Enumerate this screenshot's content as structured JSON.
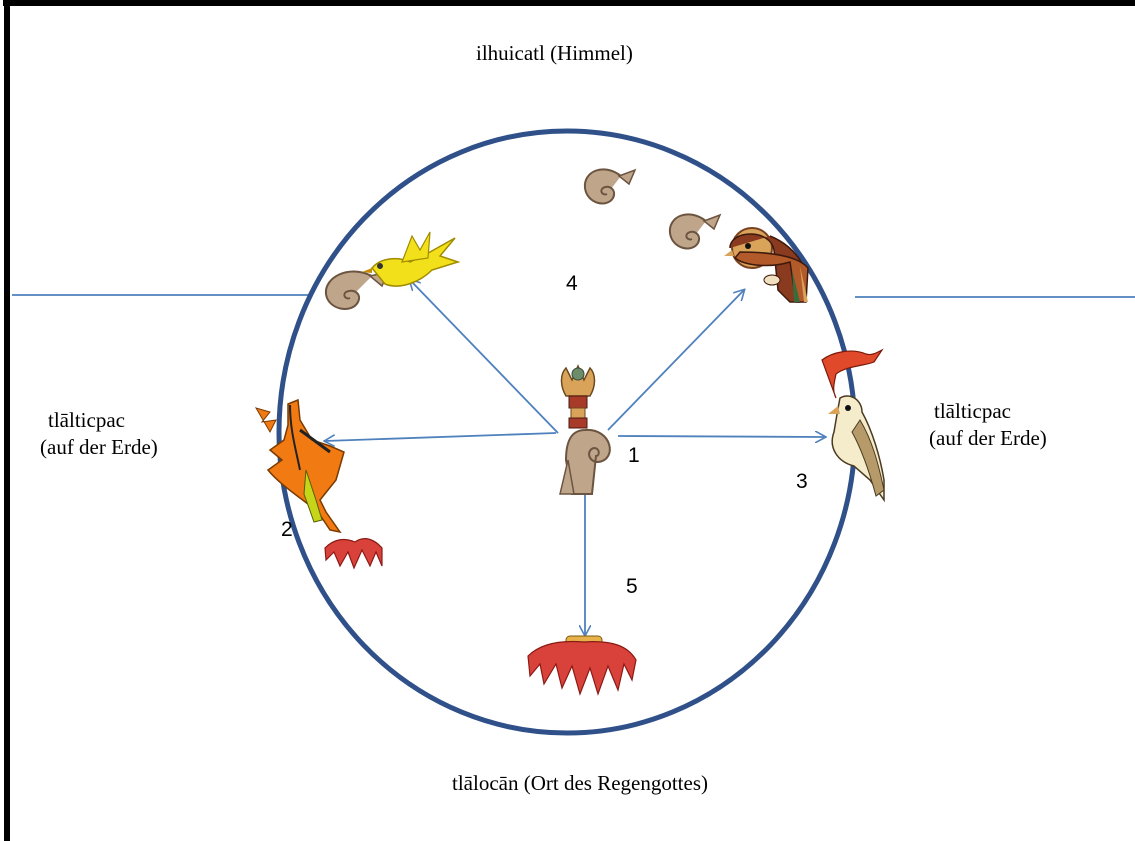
{
  "labels": {
    "top": "ilhuicatl (Himmel)",
    "bottom": "tlālocān (Ort des Regengottes)",
    "left_line1": "tlālticpac",
    "left_line2": "(auf der Erde)",
    "right_line1": "tlālticpac",
    "right_line2": "(auf der Erde)"
  },
  "numbers": {
    "n1": "1",
    "n2": "2",
    "n3": "3",
    "n4": "4",
    "n5": "5"
  },
  "colors": {
    "circle": "#2f5089",
    "arrow": "#4f81bd",
    "frame": "#000000",
    "bird_yellow": "#f2e11a",
    "bird_orange": "#f27a12",
    "bird_cream": "#f4eccb",
    "quetzal": "#8a3a1e",
    "coral_red": "#d9423a",
    "speech_scroll": "#bfa58a"
  },
  "icons": [
    "speech-scroll-icon",
    "yellow-bird-icon",
    "quetzal-bird-icon",
    "orange-bird-icon",
    "cream-bird-icon",
    "world-tree-icon",
    "red-coral-icon"
  ]
}
